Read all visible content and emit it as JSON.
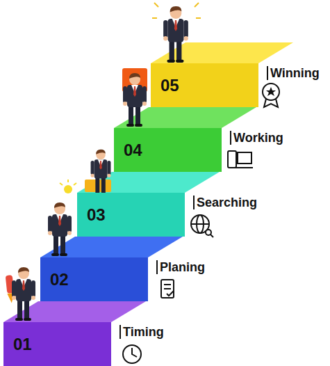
{
  "diagram": {
    "nodes": [
      {
        "text": [
          "01",
          "Timing"
        ]
      },
      {
        "text": [
          "02",
          "Planing"
        ]
      },
      {
        "text": [
          "03",
          "Searching"
        ]
      },
      {
        "text": [
          "04",
          "Working"
        ]
      },
      {
        "text": [
          "05",
          "Winning"
        ]
      }
    ]
  }
}
